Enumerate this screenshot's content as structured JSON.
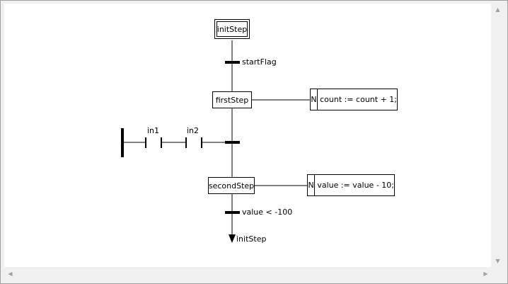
{
  "steps": {
    "init": "initStep",
    "first": "firstStep",
    "second": "secondStep"
  },
  "transitions": {
    "t1": "startFlag",
    "t3": "value < -100"
  },
  "contacts": {
    "c1": "in1",
    "c2": "in2"
  },
  "actions": {
    "a1": {
      "qualifier": "N",
      "body": "count := count + 1;"
    },
    "a2": {
      "qualifier": "N",
      "body": "value := value - 10;"
    }
  },
  "jump": {
    "target": "initStep"
  },
  "scrollbars": {
    "up_icon": "triangle-up",
    "down_icon": "triangle-down",
    "left_icon": "triangle-left",
    "right_icon": "triangle-right"
  }
}
